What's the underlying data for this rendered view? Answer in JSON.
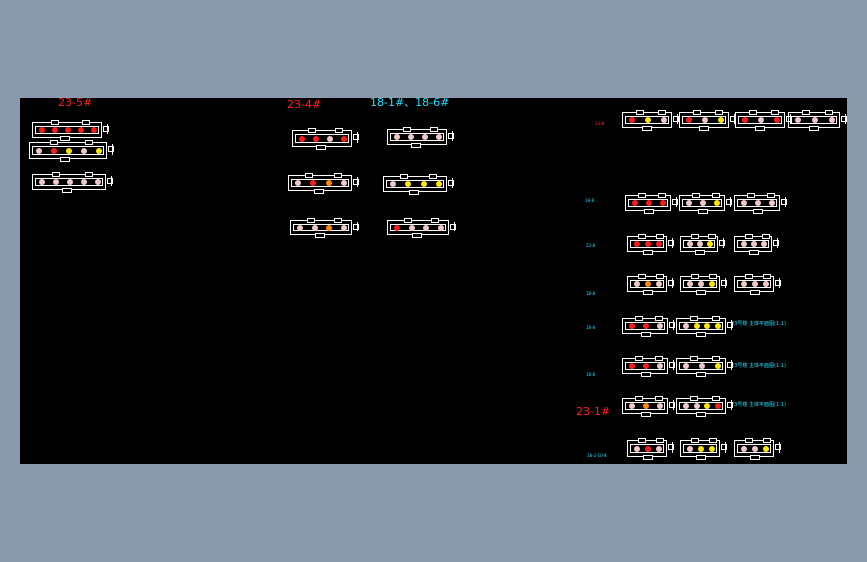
{
  "labels": {
    "b23_5": "23-5#",
    "b23_4": "23-4#",
    "b18": "18-1#、18-6#",
    "b23_1": "23-1#"
  },
  "small_labels": {
    "r1": "23-8",
    "r2": "18-8",
    "r3": "23-8",
    "r4": "18-8",
    "r5": "18-8",
    "r6": "18-8",
    "r7": "18-2-10-8"
  },
  "notes": {
    "n1": "23号楼 主体平面图(1:1)",
    "n2": "23号楼 主体平面图(1:1)",
    "n3": "23号楼 主体平面图(1:1)"
  },
  "colors": {
    "background": "#8a99ab",
    "canvas": "#000000",
    "title_red": "#ff2020",
    "title_cyan": "#20e0ff"
  }
}
